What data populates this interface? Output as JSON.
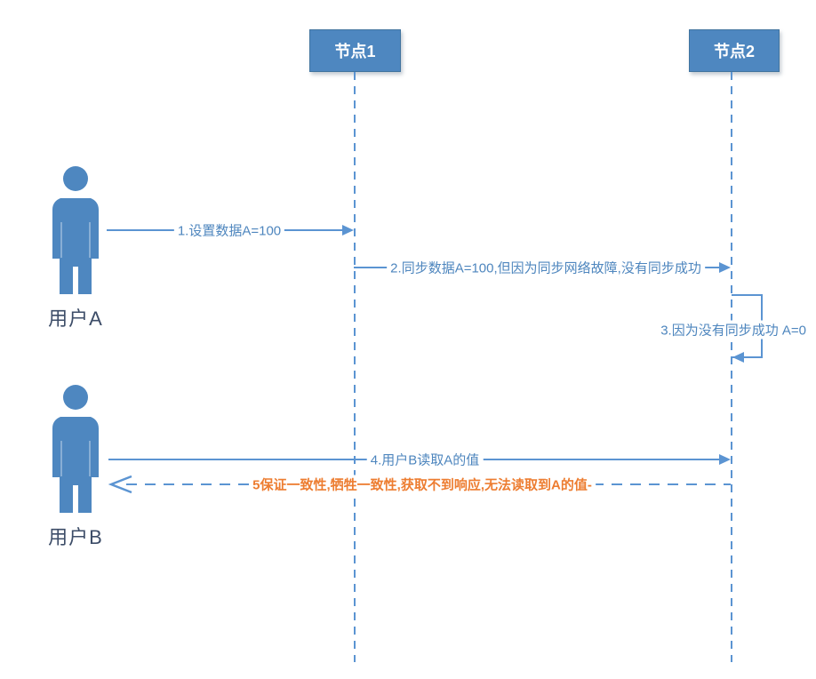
{
  "colors": {
    "shape_blue": "#4e87c0",
    "line_blue": "#5b94d2",
    "message_text_blue": "#4e86be",
    "emphasis_orange": "#ed7d31",
    "actor_label_color": "#3d4d68"
  },
  "nodes": [
    {
      "label": "节点1"
    },
    {
      "label": "节点2"
    }
  ],
  "actors": [
    {
      "label": "用户A"
    },
    {
      "label": "用户B"
    }
  ],
  "messages": [
    {
      "label": "1.设置数据A=100",
      "from": "用户A",
      "to": "节点1",
      "style": "solid-arrow"
    },
    {
      "label": "2.同步数据A=100,但因为同步网络故障,没有同步成功",
      "from": "节点1",
      "to": "节点2",
      "style": "solid-arrow"
    },
    {
      "label": "3.因为没有同步成功 A=0",
      "from": "节点2",
      "to": "节点2",
      "style": "self-loop"
    },
    {
      "label": "4.用户B读取A的值",
      "from": "用户B",
      "to": "节点2",
      "style": "solid-arrow"
    },
    {
      "label": "5保证一致性,牺牲一致性,获取不到响应,无法读取到A的值-",
      "from": "节点2",
      "to": "用户B",
      "style": "dashed-return",
      "emphasis": true
    }
  ]
}
